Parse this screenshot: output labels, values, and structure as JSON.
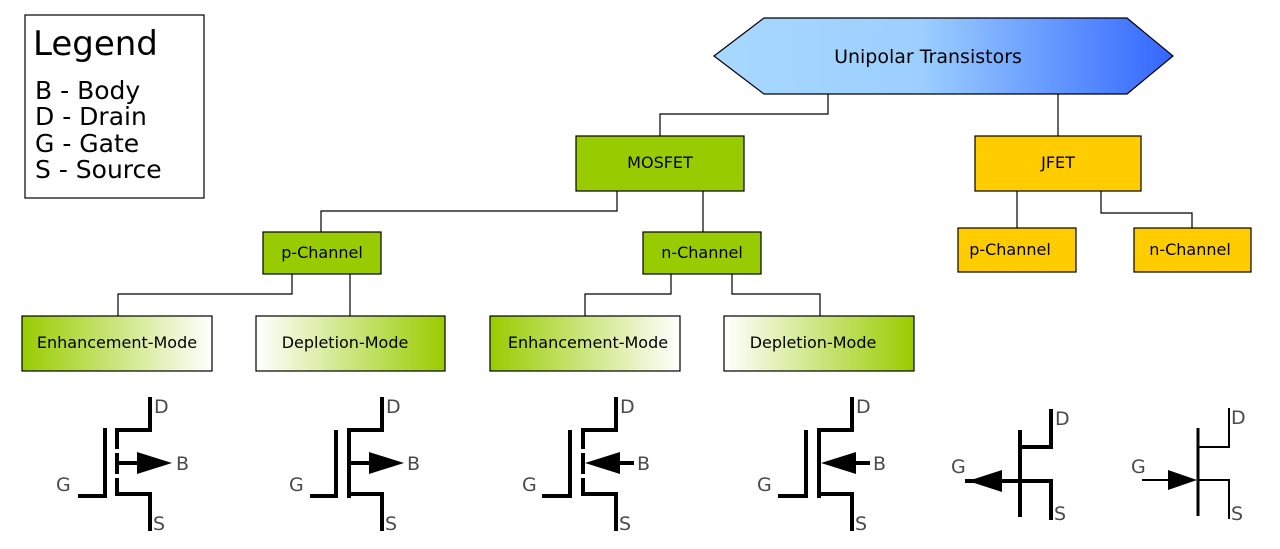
{
  "legend": {
    "title": "Legend",
    "items": [
      "B - Body",
      "D - Drain",
      "G - Gate",
      "S - Source"
    ]
  },
  "root": {
    "label": "Unipolar Transistors"
  },
  "mosfet": {
    "label": "MOSFET",
    "color": "#99cc00"
  },
  "jfet": {
    "label": "JFET",
    "color": "#ffcc00"
  },
  "mosfet_channels": {
    "p": "p-Channel",
    "n": "n-Channel"
  },
  "jfet_channels": {
    "p": "p-Channel",
    "n": "n-Channel"
  },
  "modes": {
    "p_enh": "Enhancement-Mode",
    "p_dep": "Depletion-Mode",
    "n_enh": "Enhancement-Mode",
    "n_dep": "Depletion-Mode"
  },
  "symbol_labels": {
    "drain": "D",
    "gate": "G",
    "source": "S",
    "body": "B"
  },
  "colors": {
    "root_light": "#a8d8ff",
    "root_dark": "#3366ff",
    "mosfet_green": "#99cc00",
    "jfet_yellow": "#ffcc00"
  }
}
